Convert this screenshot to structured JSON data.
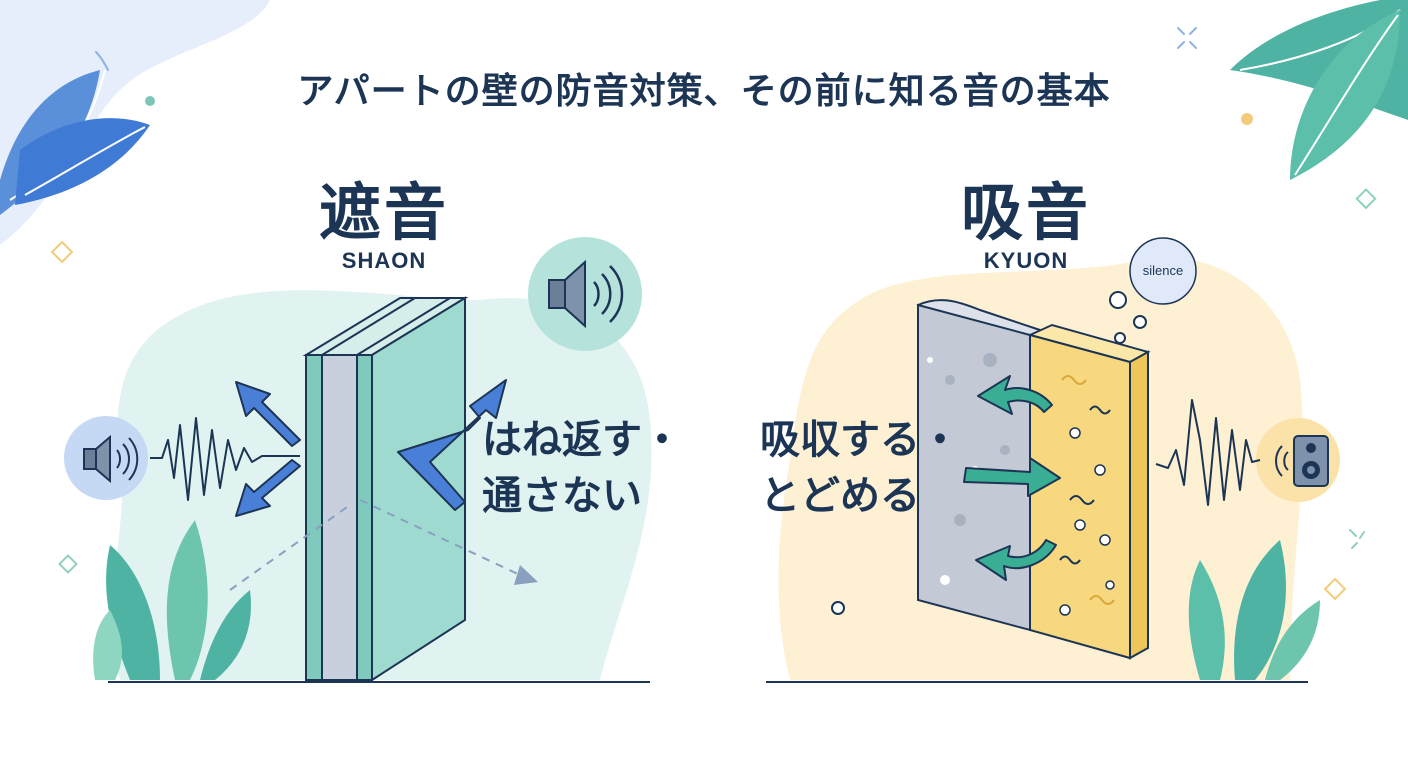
{
  "title": "アパートの壁の防音対策、その前に知る音の基本",
  "left_panel": {
    "heading": "遮音",
    "romaji": "SHAON",
    "caption_line1": "はね返す・",
    "caption_line2": "通さない"
  },
  "right_panel": {
    "heading": "吸音",
    "romaji": "KYUON",
    "caption_line1": "吸収する・",
    "caption_line2": "とどめる",
    "bubble_label": "silence"
  },
  "icons": [
    "speaker-icon",
    "speaker-loud-icon",
    "loudspeaker-box-icon",
    "leaf-icon",
    "sparkle-icon",
    "diamond-icon"
  ],
  "colors": {
    "navy": "#1d3555",
    "blue_arrow": "#4a7fd8",
    "teal_arrow": "#3aae95",
    "glass_panel": "#8fd6cc",
    "concrete": "#c3cad6",
    "sponge": "#f7d87e",
    "left_blob": "#e1f3f0",
    "right_blob": "#fdf0d3"
  }
}
